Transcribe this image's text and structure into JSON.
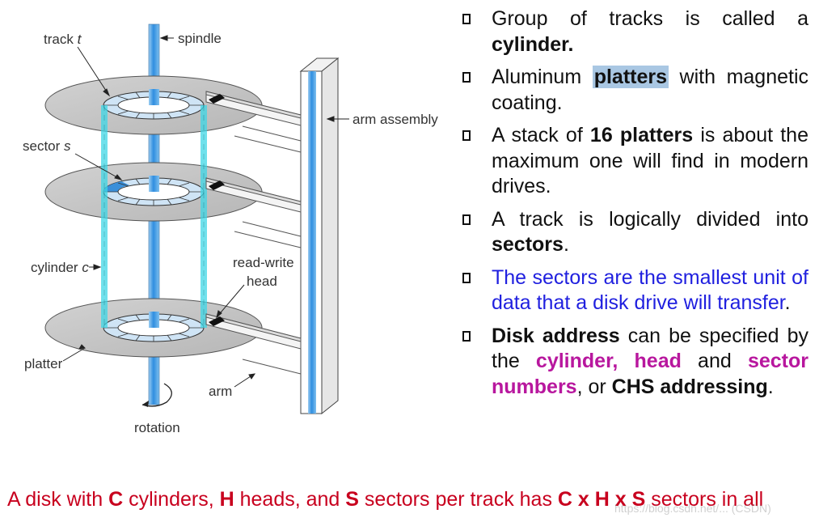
{
  "diagram": {
    "labels": {
      "track": "track",
      "track_var": "t",
      "spindle": "spindle",
      "arm_assembly": "arm assembly",
      "sector": "sector",
      "sector_var": "s",
      "cylinder": "cylinder",
      "cylinder_var": "c",
      "read_write": "read-write",
      "head": "head",
      "platter": "platter",
      "arm": "arm",
      "rotation": "rotation"
    }
  },
  "bullets": [
    {
      "parts": [
        {
          "text": "Group of tracks is called a "
        },
        {
          "text": "cylinder.",
          "bold": true
        }
      ]
    },
    {
      "parts": [
        {
          "text": "Aluminum "
        },
        {
          "text": "platters",
          "bold": true,
          "highlight": true
        },
        {
          "text": " with magnetic coating."
        }
      ]
    },
    {
      "parts": [
        {
          "text": "A stack of "
        },
        {
          "text": "16 platters",
          "bold": true
        },
        {
          "text": " is about the maximum one will find in modern drives."
        }
      ]
    },
    {
      "parts": [
        {
          "text": " A track is logically divided into "
        },
        {
          "text": "sectors",
          "bold": true
        },
        {
          "text": "."
        }
      ]
    },
    {
      "parts": [
        {
          "text": "The sectors are the smallest unit of data that a disk drive will transfer",
          "blue": true
        },
        {
          "text": "."
        }
      ]
    },
    {
      "parts": [
        {
          "text": "Disk address",
          "bold": true
        },
        {
          "text": " can be specified by the "
        },
        {
          "text": "cylinder, head",
          "magenta": true
        },
        {
          "text": " and "
        },
        {
          "text": "sector numbers",
          "magenta": true
        },
        {
          "text": ", or "
        },
        {
          "text": "CHS addressing",
          "bold": true
        },
        {
          "text": "."
        }
      ]
    }
  ],
  "footer": {
    "p1": "A disk with ",
    "c": "C",
    "p2": " cylinders, ",
    "h": "H",
    "p3": " heads, and ",
    "s": "S",
    "p4": " sectors per track has ",
    "formula": "C x H x S",
    "p5": " sectors in all"
  },
  "watermark": "https://blog.csdn.net/... (CSDN)",
  "colors": {
    "footer": "#c8001e",
    "blue_text": "#1f1fdf",
    "magenta_text": "#b8179e",
    "highlight": "#a9c7e3",
    "cylinder_cyan": "#3fd7e6",
    "spindle_blue": "#3b9be0"
  }
}
